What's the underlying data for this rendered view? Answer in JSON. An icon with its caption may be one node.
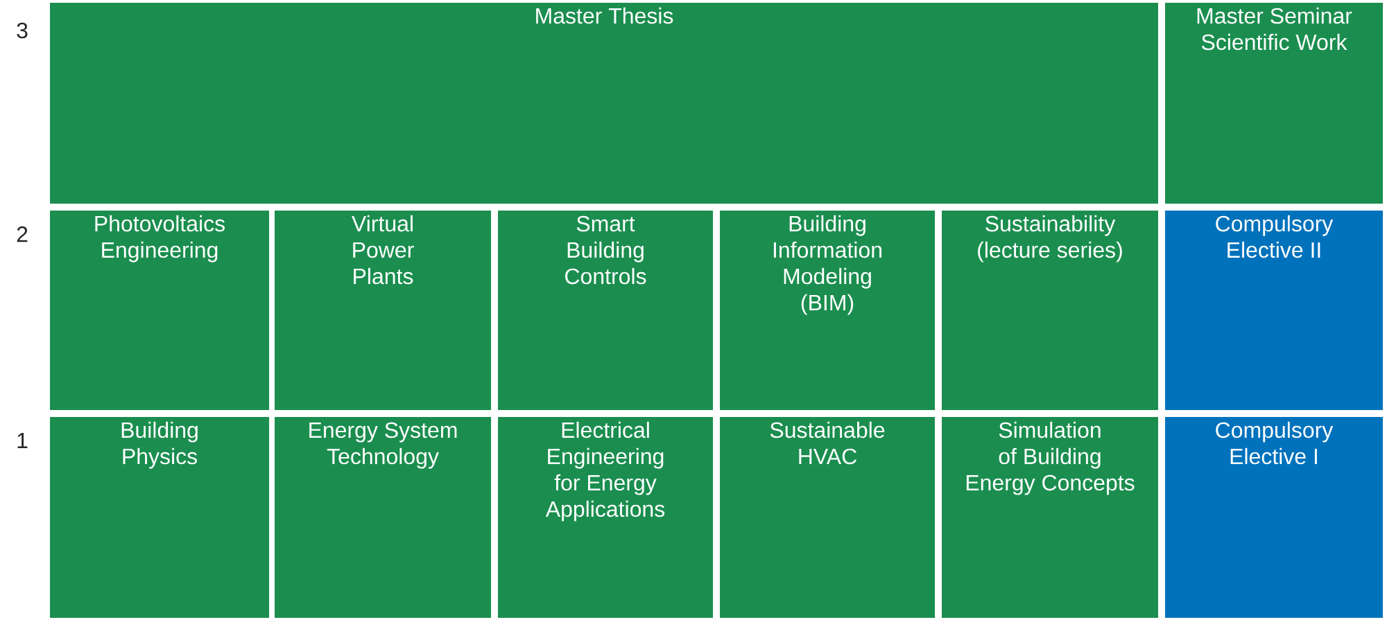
{
  "diagram": {
    "nodes": [
      {
        "text": [
          "Master Thesis"
        ]
      },
      {
        "text": [
          "Master Seminar Scientific Work"
        ]
      },
      {
        "text": [
          "Photovoltaics Engineering"
        ]
      },
      {
        "text": [
          "Virtual Power Plants"
        ]
      },
      {
        "text": [
          "Smart Building Controls"
        ]
      },
      {
        "text": [
          "Building Information Modeling (BIM)"
        ]
      },
      {
        "text": [
          "Sustainability (lecture series)"
        ]
      },
      {
        "text": [
          "Compulsory Elective II"
        ]
      },
      {
        "text": [
          "Building Physics"
        ]
      },
      {
        "text": [
          "Energy System Technology"
        ]
      },
      {
        "text": [
          "Electrical Engineering for Energy Applications"
        ]
      },
      {
        "text": [
          "Sustainable HVAC"
        ]
      },
      {
        "text": [
          "Simulation of Building Energy Concepts"
        ]
      },
      {
        "text": [
          "Compulsory Elective I"
        ]
      }
    ],
    "labels": [
      "3",
      "2",
      "1"
    ]
  }
}
